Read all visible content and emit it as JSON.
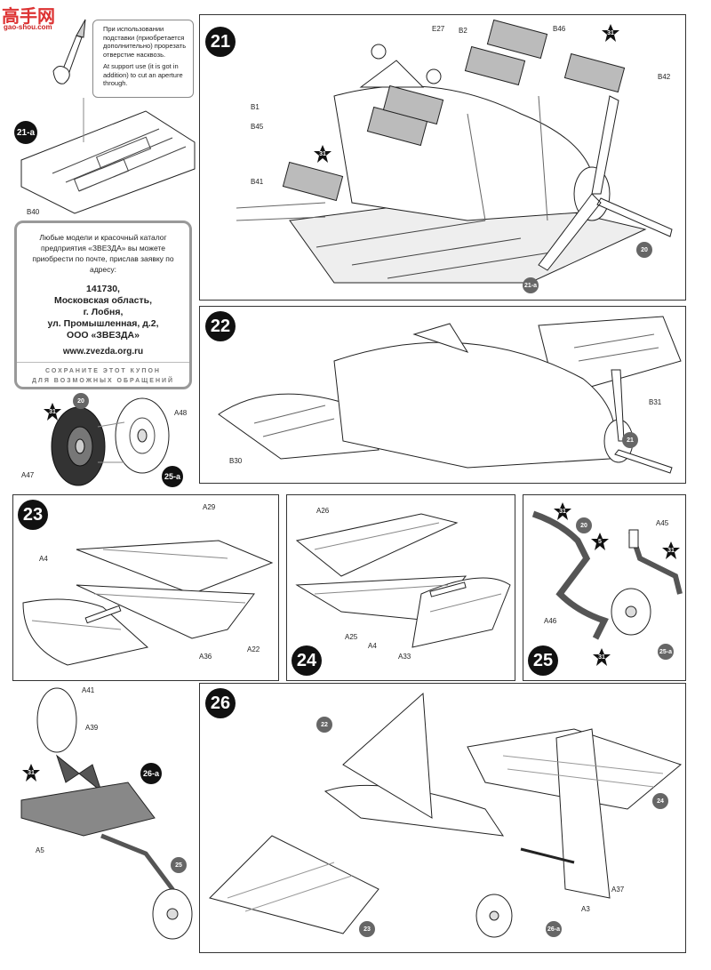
{
  "watermark": {
    "brand_zh": "高手网",
    "url": "gao-shou.com"
  },
  "note": {
    "ru": "При использовании подставки (приобретается дополнительно) прорезать отверстие насквозь.",
    "en": "At support use (it is got in addition) to cut an aperture through."
  },
  "coupon": {
    "intro": "Любые модели и красочный каталог предприятия «ЗВЕЗДА» вы можете приобрести по почте, прислав заявку по адресу:",
    "addr1": "141730,",
    "addr2": "Московская область,",
    "addr3": "г. Лобня,",
    "addr4": "ул. Промышленная, д.2,",
    "addr5": "ООО «ЗВЕЗДА»",
    "site": "www.zvezda.org.ru",
    "keep1": "СОХРАНИТЕ ЭТОТ КУПОН",
    "keep2": "ДЛЯ ВОЗМОЖНЫХ ОБРАЩЕНИЙ"
  },
  "steps": {
    "s21a": "21-a",
    "s21": "21",
    "s22": "22",
    "s23": "23",
    "s24": "24",
    "s25": "25",
    "s25a": "25-a",
    "s26": "26",
    "s26a": "26-a"
  },
  "parts": {
    "b40": "B40",
    "e27": "E27",
    "b2": "B2",
    "b46": "B46",
    "b42": "B42",
    "b1": "B1",
    "b45": "B45",
    "b41": "B41",
    "b31": "B31",
    "b30": "B30",
    "a48": "A48",
    "a47": "A47",
    "a29": "A29",
    "a4": "A4",
    "a22": "A22",
    "a36": "A36",
    "a26": "A26",
    "a25": "A25",
    "a4b": "A4",
    "a33": "A33",
    "a45": "A45",
    "a46": "A46",
    "a41": "A41",
    "a39": "A39",
    "a5": "A5",
    "a3": "A3",
    "a37": "A37"
  },
  "colors": {
    "5": "5",
    "20": "20",
    "31": "31"
  },
  "refs": {
    "r20": "20",
    "r21a": "21-a",
    "r21": "21",
    "r22": "22",
    "r23": "23",
    "r24": "24",
    "r25": "25",
    "r25a": "25-a",
    "r26a": "26-a"
  }
}
